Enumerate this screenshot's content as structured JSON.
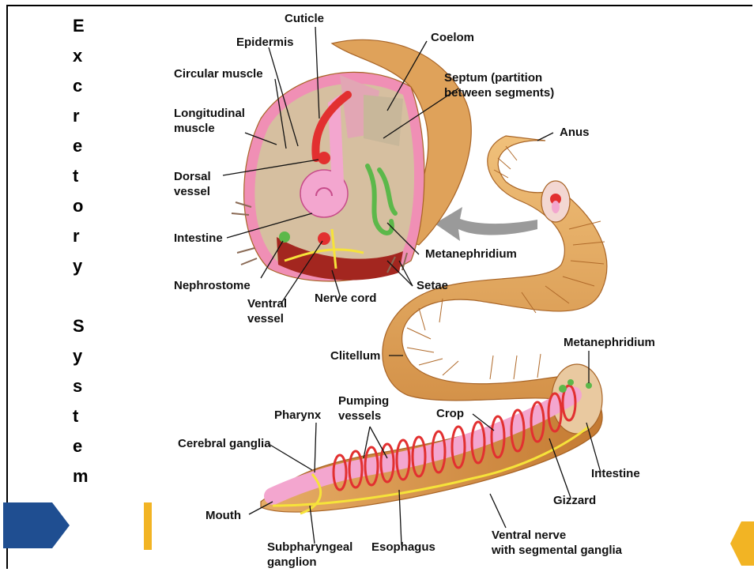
{
  "title_letters": [
    "E",
    "x",
    "c",
    "r",
    "e",
    "t",
    "o",
    "r",
    "y",
    "",
    "S",
    "y",
    "s",
    "t",
    "e",
    "m"
  ],
  "colors": {
    "accent_blue": "#1f4e91",
    "accent_yellow": "#f2b424",
    "worm_skin": "#dea25e",
    "vessel_red": "#e23030",
    "intestine_pink": "#f3a6cf",
    "nerve_yellow": "#f6e33a",
    "nephridium_green": "#5cb84a"
  },
  "labels": {
    "cuticle": "Cuticle",
    "epidermis": "Epidermis",
    "coelom": "Coelom",
    "circular_muscle": "Circular muscle",
    "septum_1": "Septum (partition",
    "septum_2": "between segments)",
    "longitudinal_1": "Longitudinal",
    "longitudinal_2": "muscle",
    "anus": "Anus",
    "dorsal_1": "Dorsal",
    "dorsal_2": "vessel",
    "intestine_top": "Intestine",
    "metanephridium_top": "Metanephridium",
    "nephrostome": "Nephrostome",
    "setae": "Setae",
    "ventral_1": "Ventral",
    "ventral_2": "vessel",
    "nerve_cord": "Nerve cord",
    "clitellum": "Clitellum",
    "metanephridium_bottom": "Metanephridium",
    "pumping_1": "Pumping",
    "pumping_2": "vessels",
    "pharynx": "Pharynx",
    "crop": "Crop",
    "cerebral_ganglia": "Cerebral ganglia",
    "intestine_bottom": "Intestine",
    "gizzard": "Gizzard",
    "mouth": "Mouth",
    "ventral_nerve_1": "Ventral nerve",
    "ventral_nerve_2": "with segmental ganglia",
    "subpharyngeal_1": "Subpharyngeal",
    "subpharyngeal_2": "ganglion",
    "esophagus": "Esophagus"
  }
}
